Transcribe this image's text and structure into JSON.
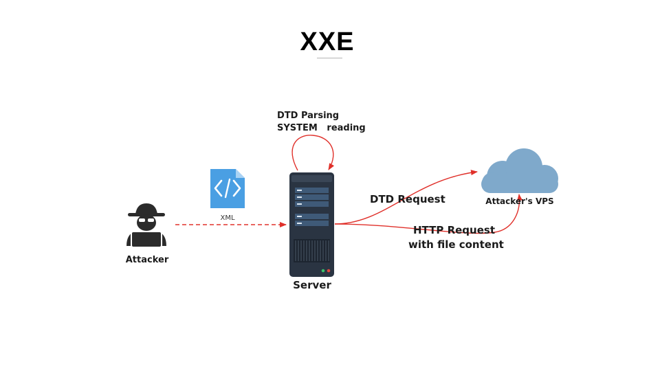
{
  "title": "XXE",
  "nodes": {
    "attacker": "Attacker",
    "xml": "XML",
    "server": "Server",
    "vps": "Attacker's VPS"
  },
  "edges": {
    "parsing_line1": "DTD Parsing",
    "parsing_line2": "SYSTEM   reading",
    "dtd_request": "DTD Request",
    "http_line1": "HTTP Request",
    "http_line2": "with file content"
  },
  "colors": {
    "arrow": "#e0302a",
    "xml_icon": "#4a9fe3",
    "cloud": "#7fa9cb",
    "server_body": "#2a3442",
    "attacker": "#2b2b2b"
  }
}
